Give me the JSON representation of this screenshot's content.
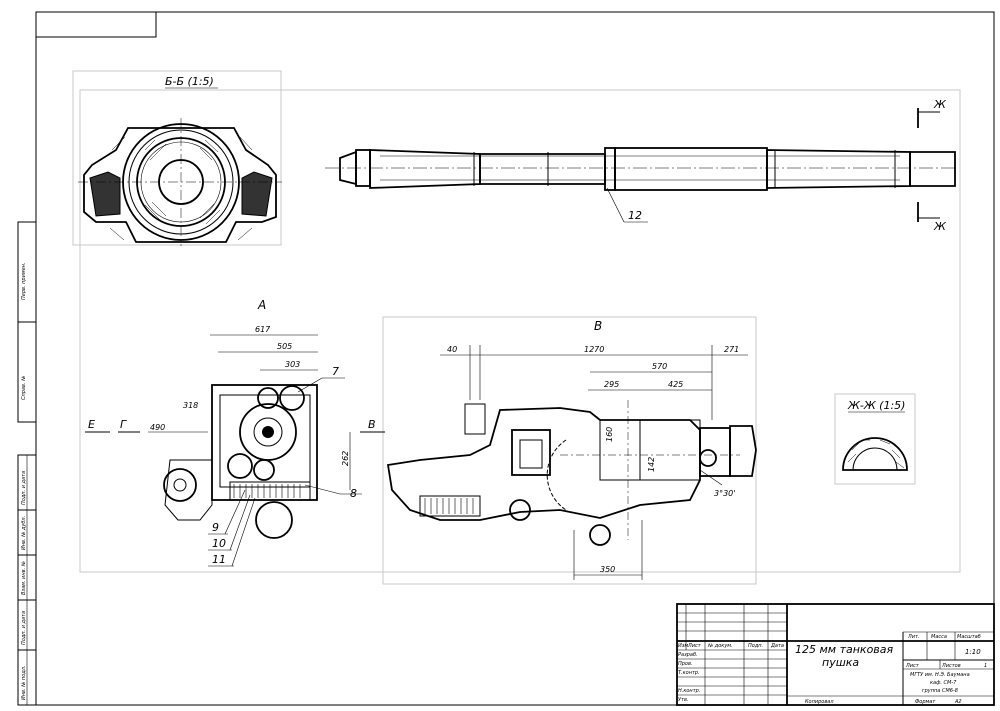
{
  "drawing": {
    "title_line1": "125 мм танковая",
    "title_line2": "пушка",
    "section_bb": "Б-Б (1:5)",
    "section_zhzh": "Ж-Ж (1:5)",
    "view_a": "А",
    "view_v": "В",
    "cut_zh_top": "Ж",
    "cut_zh_bottom": "Ж",
    "arrow_e": "Е",
    "arrow_g": "Г",
    "arrow_v": "В",
    "callouts": [
      "12",
      "7",
      "8",
      "9",
      "10",
      "11"
    ],
    "dims_a": {
      "d617": "617",
      "d505": "505",
      "d303": "303",
      "d318": "318",
      "d490": "490",
      "d262": "262"
    },
    "dims_v": {
      "d40": "40",
      "d1270": "1270",
      "d570": "570",
      "d271": "271",
      "d295": "295",
      "d425": "425",
      "d350": "350",
      "d160": "160",
      "d142": "142",
      "angle": "3°30'"
    },
    "side_labels": [
      "Перв. примен.",
      "Справ. №",
      "Подп. и дата",
      "Инв. № дубл.",
      "Взам. инв. №",
      "Подп. и дата",
      "Инв. № подл."
    ]
  },
  "title_block": {
    "headers": [
      "Изм",
      "Лист",
      "№ докум.",
      "Подп.",
      "Дата"
    ],
    "rows": [
      "Разраб.",
      "Пров.",
      "Т.контр.",
      "",
      "Н.контр.",
      "Утв."
    ],
    "lit": "Лит.",
    "mass": "Масса",
    "scale_label": "Масштаб",
    "scale_value": "1:10",
    "sheet": "Лист",
    "sheets": "Листов",
    "sheets_count": "1",
    "org_line1": "МГТУ им. Н.Э. Баумана",
    "org_line2": "каф. СМ-7",
    "org_line3": "группа СМ6-8",
    "copied": "Копировал",
    "format": "Формат",
    "format_value": "А2"
  }
}
